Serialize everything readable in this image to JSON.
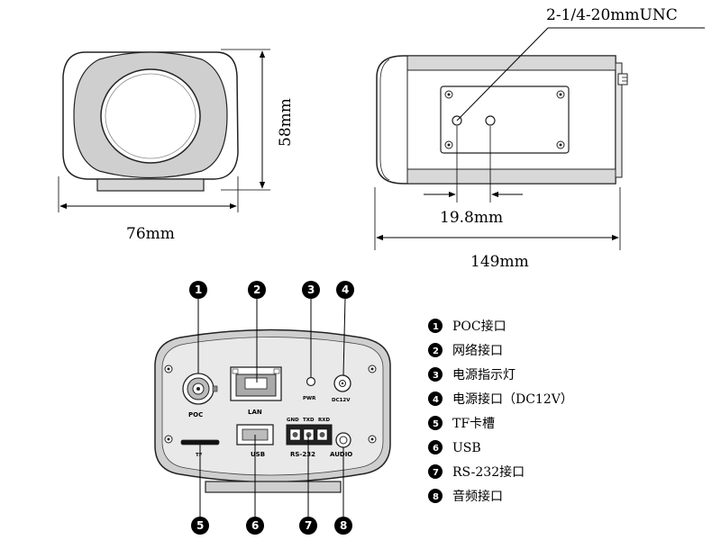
{
  "dimensions": {
    "front_width": "76mm",
    "front_height": "58mm",
    "thread": "2-1/4-20mmUNC",
    "hole_spacing": "19.8mm",
    "side_length": "149mm"
  },
  "back_panel": {
    "poc": "POC",
    "lan": "LAN",
    "pwr": "PWR",
    "dc": "DC12V",
    "tf": "TF",
    "usb": "USB",
    "rs232": "RS-232",
    "audio": "AUDIO",
    "gnd": "GND",
    "txd": "TXD",
    "rxd": "RXD"
  },
  "markers": [
    "1",
    "2",
    "3",
    "4",
    "5",
    "6",
    "7",
    "8"
  ],
  "legend": [
    {
      "num": "1",
      "text": "POC接口"
    },
    {
      "num": "2",
      "text": "网络接口"
    },
    {
      "num": "3",
      "text": "电源指示灯"
    },
    {
      "num": "4",
      "text": "电源接口（DC12V）"
    },
    {
      "num": "5",
      "text": "TF卡槽"
    },
    {
      "num": "6",
      "text": "USB"
    },
    {
      "num": "7",
      "text": "RS-232接口"
    },
    {
      "num": "8",
      "text": "音频接口"
    }
  ]
}
